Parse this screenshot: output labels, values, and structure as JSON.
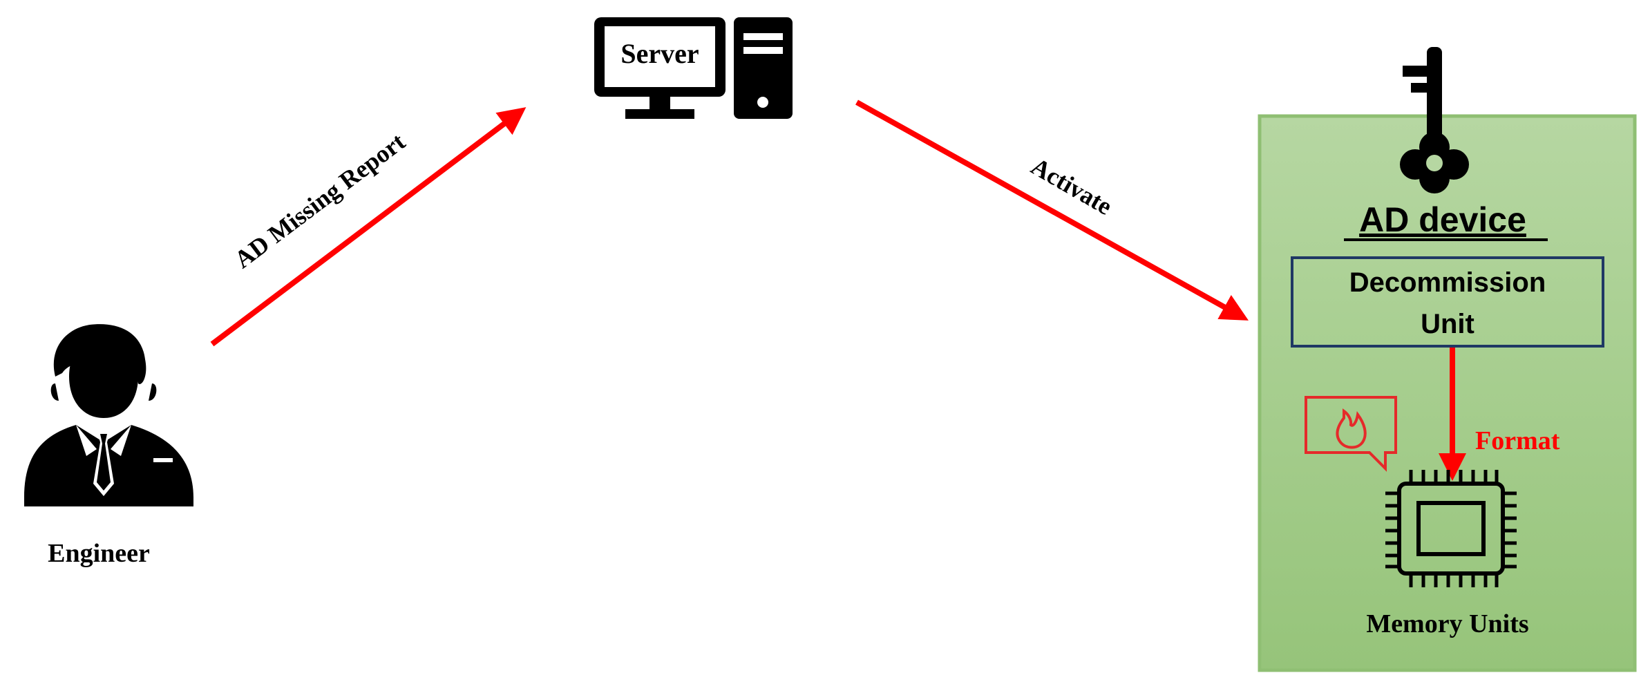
{
  "engineer": {
    "label": "Engineer",
    "icon": "engineer-icon"
  },
  "server": {
    "label": "Server",
    "icon": "server-icon"
  },
  "edges": {
    "report_label": "AD Missing Report",
    "activate_label": "Activate",
    "format_label": "Format"
  },
  "ad_device": {
    "title": "AD device",
    "decommission_line1": "Decommission",
    "decommission_line2": "Unit",
    "memory_label": "Memory Units",
    "key_icon": "key-icon",
    "chip_icon": "chip-icon",
    "fire_icon": "fire-speech-bubble-icon"
  },
  "colors": {
    "arrow": "#ff0000",
    "device_fill_top": "#b6d7a2",
    "device_fill_bottom": "#96c47a",
    "device_border": "#8fbf73",
    "decommission_border": "#1f3864",
    "icon": "#000000"
  }
}
